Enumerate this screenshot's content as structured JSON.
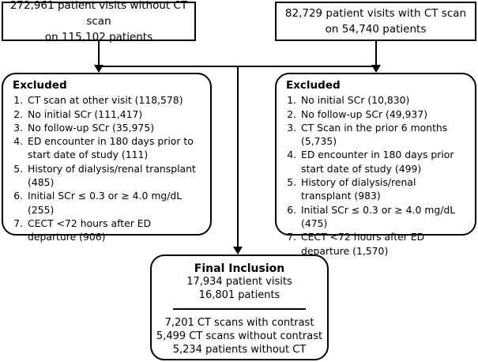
{
  "top_left": {
    "line1": "272,961 patient visits without CT scan",
    "line2": "on 115,102 patients"
  },
  "top_right": {
    "line1": "82,729 patient visits with CT scan",
    "line2": "on 54,740 patients"
  },
  "excluded_left": {
    "title": "Excluded",
    "items": [
      "CT scan at other visit (118,578)",
      "No initial SCr (111,417)",
      "No follow-up SCr (35,975)",
      "ED encounter in 180 days prior to start date of study (111)",
      "History of dialysis/renal transplant (485)",
      "Initial SCr ≤ 0.3 or ≥ 4.0 mg/dL (255)",
      "CECT <72 hours after ED departure (906)"
    ]
  },
  "excluded_right": {
    "title": "Excluded",
    "items": [
      "No initial SCr (10,830)",
      "No follow-up SCr (49,937)",
      "CT Scan in the prior 6 months (5,735)",
      "ED encounter in 180 days prior start date of study (499)",
      "History of dialysis/renal transplant (983)",
      "Initial SCr ≤ 0.3 or ≥ 4.0 mg/dL (475)",
      "CECT <72 hours after ED departure (1,570)"
    ]
  },
  "final": {
    "title": "Final Inclusion",
    "visits": "17,934 patient visits",
    "patients": "16,801 patients",
    "with_contrast": "7,201 CT scans with contrast",
    "without_contrast": "5,499 CT scans without contrast",
    "without_ct": "5,234 patients without CT"
  }
}
